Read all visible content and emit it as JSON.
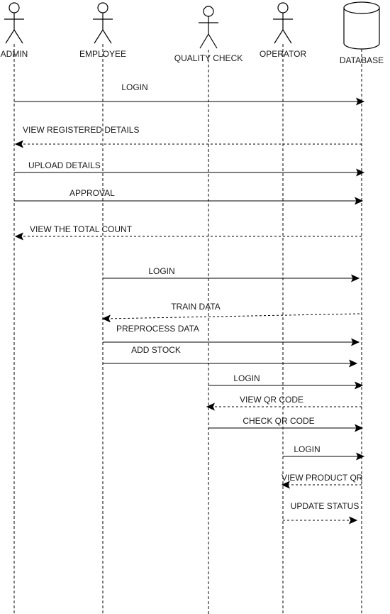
{
  "actors": {
    "admin": "ADMIN",
    "employee": "EMPLOYEE",
    "quality_check": "QUALITY CHECK",
    "operator": "OPERATOR",
    "database": "DATABASE"
  },
  "messages": [
    {
      "label": "LOGIN",
      "from": "admin",
      "to": "database",
      "style": "solid"
    },
    {
      "label": "VIEW REGISTERED DETAILS",
      "from": "database",
      "to": "admin",
      "style": "dashed"
    },
    {
      "label": "UPLOAD DETAILS",
      "from": "admin",
      "to": "database",
      "style": "solid"
    },
    {
      "label": "APPROVAL",
      "from": "admin",
      "to": "database",
      "style": "solid"
    },
    {
      "label": "VIEW THE TOTAL COUNT",
      "from": "database",
      "to": "admin",
      "style": "dashed"
    },
    {
      "label": "LOGIN",
      "from": "employee",
      "to": "database",
      "style": "solid"
    },
    {
      "label": "TRAIN DATA",
      "from": "database",
      "to": "employee",
      "style": "dashed"
    },
    {
      "label": "PREPROCESS DATA",
      "from": "employee",
      "to": "database",
      "style": "solid"
    },
    {
      "label": "ADD STOCK",
      "from": "employee",
      "to": "database",
      "style": "solid"
    },
    {
      "label": "LOGIN",
      "from": "quality_check",
      "to": "database",
      "style": "solid"
    },
    {
      "label": "VIEW QR CODE",
      "from": "database",
      "to": "quality_check",
      "style": "dashed"
    },
    {
      "label": "CHECK QR CODE",
      "from": "quality_check",
      "to": "database",
      "style": "solid"
    },
    {
      "label": "LOGIN",
      "from": "operator",
      "to": "database",
      "style": "solid"
    },
    {
      "label": "VIEW PRODUCT QR",
      "from": "database",
      "to": "operator",
      "style": "dashed"
    },
    {
      "label": "UPDATE STATUS",
      "from": "operator",
      "to": "database",
      "style": "dashed"
    }
  ]
}
